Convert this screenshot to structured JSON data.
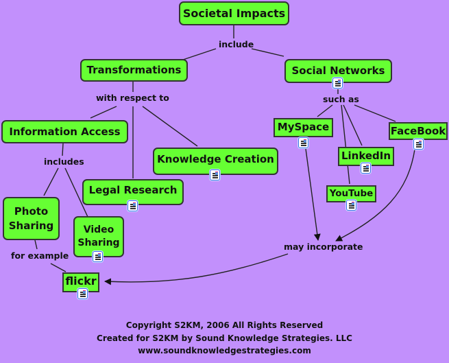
{
  "colors": {
    "background": "#c290fc",
    "concept_fill": "#66ff33",
    "concept_border": "#333333",
    "link_line": "#222222"
  },
  "concepts": {
    "societal_impacts": {
      "label": "Societal Impacts",
      "has_resource": false
    },
    "transformations": {
      "label": "Transformations",
      "has_resource": false
    },
    "social_networks": {
      "label": "Social Networks",
      "has_resource": true,
      "resource_icon": "document-image-icon"
    },
    "information_access": {
      "label": "Information Access",
      "has_resource": false
    },
    "knowledge_creation": {
      "label": "Knowledge Creation",
      "has_resource": true,
      "resource_icon": "document-image-icon"
    },
    "legal_research": {
      "label": "Legal Research",
      "has_resource": true,
      "resource_icon": "document-image-icon"
    },
    "photo_sharing": {
      "line1": "Photo",
      "line2": "Sharing",
      "has_resource": false
    },
    "video_sharing": {
      "line1": "Video",
      "line2": "Sharing",
      "has_resource": true,
      "resource_icon": "document-image-icon"
    },
    "flickr": {
      "label": "flickr",
      "has_resource": true,
      "resource_icon": "document-image-icon"
    },
    "myspace": {
      "label": "MySpace",
      "has_resource": true,
      "resource_icon": "document-image-icon"
    },
    "linkedin": {
      "label": "LinkedIn",
      "has_resource": true,
      "resource_icon": "document-image-icon"
    },
    "youtube": {
      "label": "YouTube",
      "has_resource": true,
      "resource_icon": "document-image-icon"
    },
    "facebook": {
      "label": "FaceBook",
      "has_resource": true,
      "resource_icon": "document-image-icon"
    }
  },
  "linking_phrases": {
    "include": "include",
    "with_respect_to": "with respect to",
    "such_as": "such as",
    "includes": "includes",
    "for_example": "for example",
    "may_incorporate": "may incorporate"
  },
  "relations": [
    {
      "from": "Societal Impacts",
      "via": "include",
      "to": [
        "Transformations",
        "Social Networks"
      ]
    },
    {
      "from": "Transformations",
      "via": "with respect to",
      "to": [
        "Information Access",
        "Legal Research",
        "Knowledge Creation"
      ]
    },
    {
      "from": "Social Networks",
      "via": "such as",
      "to": [
        "MySpace",
        "LinkedIn",
        "YouTube",
        "FaceBook"
      ]
    },
    {
      "from": "Information Access",
      "via": "includes",
      "to": [
        "Photo Sharing",
        "Video Sharing"
      ]
    },
    {
      "from": "Photo Sharing",
      "via": "for example",
      "to": [
        "flickr"
      ]
    },
    {
      "from": [
        "MySpace",
        "FaceBook"
      ],
      "via": "may incorporate",
      "to": [
        "flickr"
      ],
      "directed": true
    }
  ],
  "footer": {
    "line1": "Copyright S2KM, 2006 All Rights Reserved",
    "line2": "Created for S2KM by Sound Knowledge Strategies. LLC",
    "line3": "www.soundknowledgestrategies.com"
  }
}
